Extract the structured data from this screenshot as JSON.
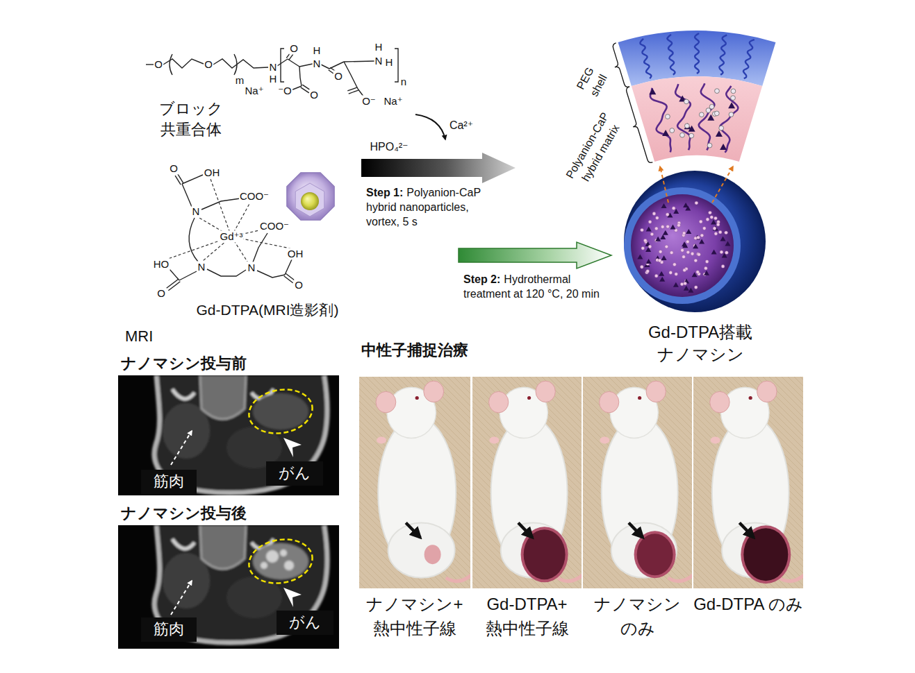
{
  "diagram": {
    "nodes": [
      {
        "text": [
          "ナノマシン投与前"
        ]
      },
      {
        "text": [
          "筋肉"
        ],
        "in": 0
      },
      {
        "text": [
          "がん"
        ],
        "in": 0
      },
      {
        "text": [
          "ナノマシン投与後"
        ]
      },
      {
        "text": [
          "筋肉"
        ],
        "in": 3
      },
      {
        "text": [
          "がん"
        ],
        "in": 3
      },
      {
        "text": [
          "ナノマシン+ 熱中性子線"
        ]
      },
      {
        "text": [
          "Gd-DTPA+ 熱中性子線"
        ]
      },
      {
        "text": [
          "ナノマシン のみ"
        ]
      },
      {
        "text": [
          "Gd-DTPA のみ"
        ]
      }
    ],
    "labels": [
      "O",
      "O",
      "m",
      "N",
      "H",
      "O",
      "H",
      "N",
      "O",
      "H",
      "N",
      "H",
      "n",
      "Na⁺",
      "⁻O",
      "O",
      "O⁻",
      "Na⁺",
      "ブロック 共重合体",
      "Ca²⁺",
      "HPO₄²⁻",
      "O",
      "OH",
      "COO⁻",
      "N",
      "Gd⁺³",
      "COO⁻",
      "OH",
      "HO",
      "N",
      "N",
      "O",
      "O",
      "Gd-DTPA(MRI造影剤)",
      "Step 1:",
      "Polyanion-CaP hybrid nanoparticles, vortex, 5 s",
      "Step 2:",
      "Hydrothermal treatment at 120 °C, 20 min",
      "PEG shell",
      "Polyanion-CaP hybrid matrix",
      "Gd-DTPA搭載 ナノマシン",
      "MRI",
      "中性子捕捉治療"
    ]
  }
}
